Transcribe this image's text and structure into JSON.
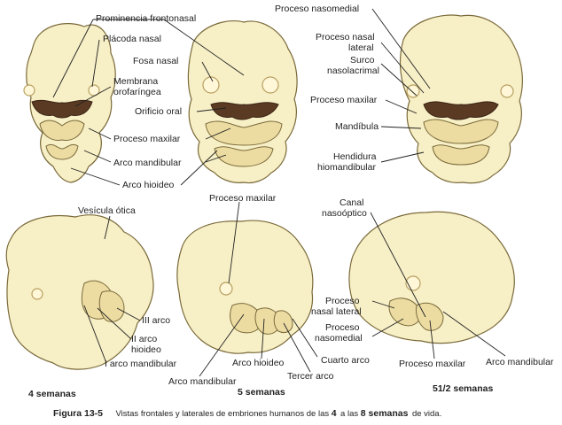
{
  "labels": {
    "prominencia_frontonasal": "Prominencia frontonasal",
    "placoda_nasal": "Plácoda nasal",
    "fosa_nasal": "Fosa nasal",
    "membrana_orofaringea_1": "Membrana",
    "membrana_orofaringea_2": "orofaríngea",
    "orificio_oral": "Orificio oral",
    "proceso_maxilar_a": "Proceso maxilar",
    "arco_mandibular_a": "Arco mandibular",
    "arco_hioideo_a": "Arco hioideo",
    "proceso_nasomedial_top": "Proceso nasomedial",
    "proceso_nasal_lateral_1": "Proceso nasal",
    "proceso_nasal_lateral_2": "lateral",
    "surco_nasolacrimal_1": "Surco",
    "surco_nasolacrimal_2": "nasolacrimal",
    "proceso_maxilar_b": "Proceso maxilar",
    "mandibula": "Mandíbula",
    "hendidura_1": "Hendidura",
    "hendidura_2": "hiomandibular",
    "vesicula_otica": "Vesícula ótica",
    "iii_arco": "III arco",
    "ii_arco_1": "II arco",
    "ii_arco_2": "hioideo",
    "i_arco_mandibular": "I arco mandibular",
    "proceso_maxilar_c": "Proceso maxilar",
    "arco_hioideo_b": "Arco hioideo",
    "arco_mandibular_b": "Arco mandibular",
    "tercer_arco": "Tercer arco",
    "cuarto_arco": "Cuarto arco",
    "canal_nasooptico_1": "Canal",
    "canal_nasooptico_2": "nasoóptico",
    "proceso_nasal_lateral_b1": "Proceso",
    "proceso_nasal_lateral_b2": "nasal lateral",
    "proceso_nasomedial_b1": "Proceso",
    "proceso_nasomedial_b2": "nasomedial",
    "proceso_maxilar_d": "Proceso maxilar",
    "arco_mandibular_c": "Arco mandibular"
  },
  "stages": {
    "s4": "4 semanas",
    "s5": "5 semanas",
    "s55": "51/2 semanas"
  },
  "caption": {
    "figure": "Figura 13-5",
    "text_1": "Vistas frontales y laterales de embriones humanos de las ",
    "num_4": "4",
    "text_2": " a las ",
    "num_8": "8 semanas",
    "text_3": " de vida."
  },
  "colors": {
    "embryo": "#f7efc6",
    "outline": "#7a6a3a",
    "mouth": "#5a3a22"
  }
}
